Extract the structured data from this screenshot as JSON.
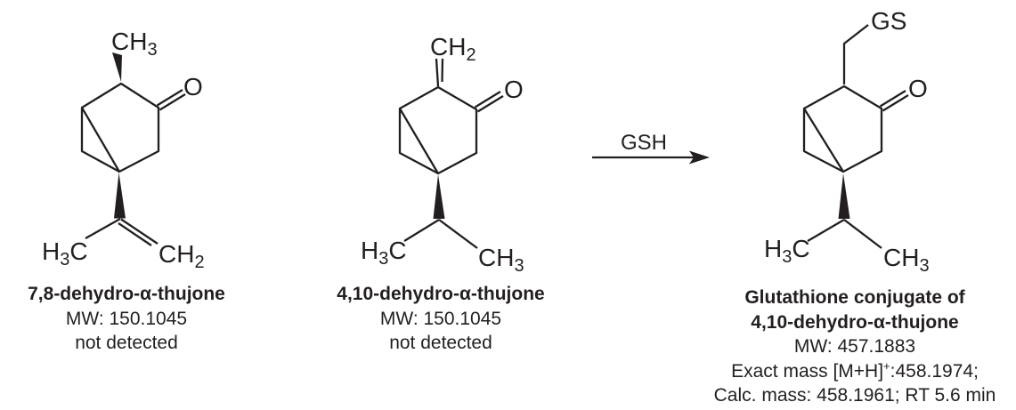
{
  "colors": {
    "ink": "#231f20",
    "background": "#ffffff"
  },
  "arrow": {
    "label": "GSH"
  },
  "structures": [
    {
      "name": "7,8-dehydro-alpha-thujone",
      "atoms": {
        "top_main": "CH",
        "top_sub": "3",
        "oxygen": "O",
        "left_h": "H",
        "left_sub": "3",
        "left_c": "C",
        "right_main": "CH",
        "right_sub": "2"
      },
      "caption": {
        "title": "7,8-dehydro-α-thujone",
        "mw": "MW: 150.1045",
        "status": "not detected"
      }
    },
    {
      "name": "4,10-dehydro-alpha-thujone",
      "atoms": {
        "top_main": "CH",
        "top_sub": "2",
        "oxygen": "O",
        "left_h": "H",
        "left_sub": "3",
        "left_c": "C",
        "right_main": "CH",
        "right_sub": "3"
      },
      "caption": {
        "title": "4,10-dehydro-α-thujone",
        "mw": "MW: 150.1045",
        "status": "not detected"
      }
    },
    {
      "name": "glutathione-conjugate-of-4,10-dehydro-alpha-thujone",
      "atoms": {
        "top_main": "GS",
        "oxygen": "O",
        "left_h": "H",
        "left_sub": "3",
        "left_c": "C",
        "right_main": "CH",
        "right_sub": "3"
      },
      "caption": {
        "title_line1": "Glutathione conjugate of",
        "title_line2": "4,10-dehydro-α-thujone",
        "mw": "MW: 457.1883",
        "exact_mass_prefix": "Exact mass [M+H]",
        "exact_mass_sup": "+",
        "exact_mass_suffix": ":458.1974;",
        "calc_mass": "Calc. mass: 458.1961; RT 5.6 min"
      }
    }
  ]
}
